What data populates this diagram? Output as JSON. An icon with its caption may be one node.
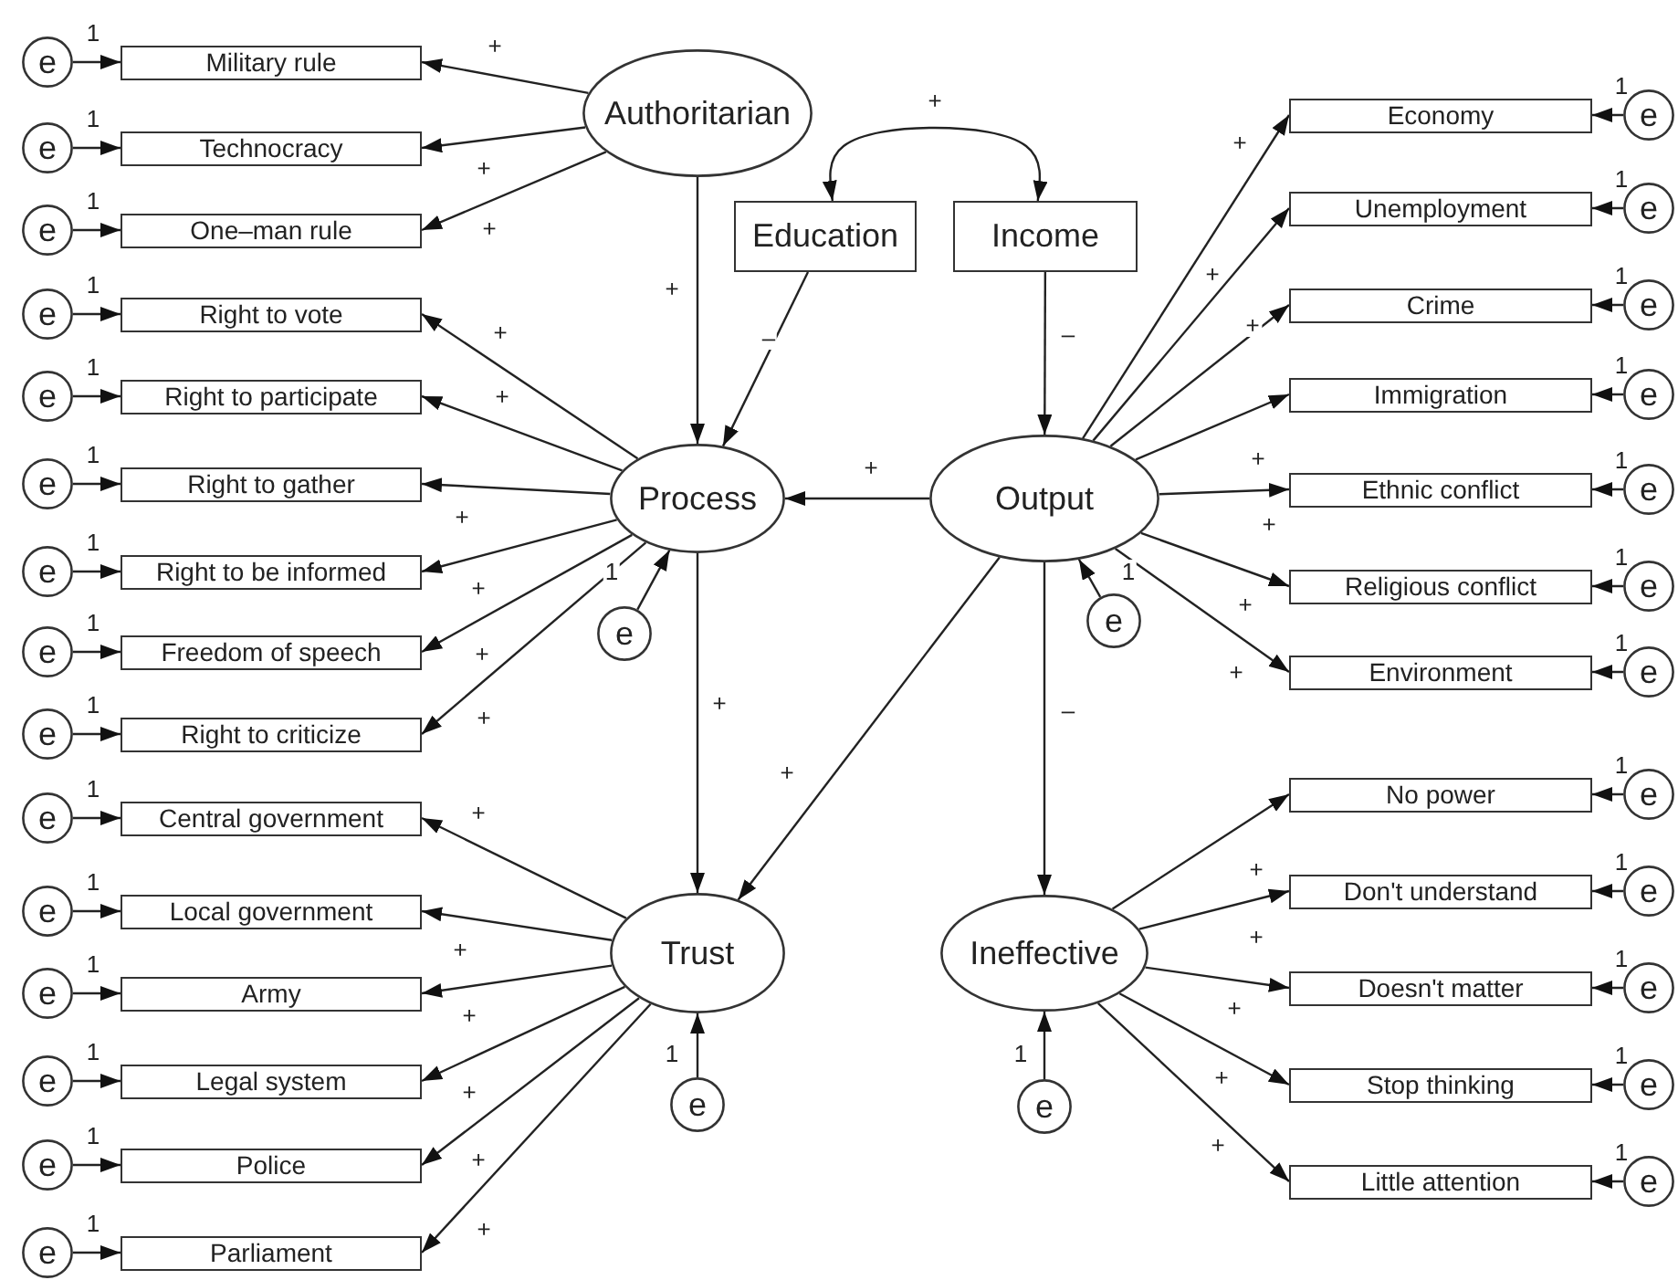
{
  "diagram": {
    "nodes": [
      {
        "text": [
          "Authoritarian"
        ]
      },
      {
        "text": [
          "Education"
        ]
      },
      {
        "text": [
          "Income"
        ]
      },
      {
        "text": [
          "Process"
        ]
      },
      {
        "text": [
          "Output"
        ]
      },
      {
        "text": [
          "Trust"
        ]
      },
      {
        "text": [
          "Ineffective"
        ]
      },
      {
        "text": [
          "Military rule"
        ]
      },
      {
        "text": [
          "Technocracy"
        ]
      },
      {
        "text": [
          "One–man rule"
        ]
      },
      {
        "text": [
          "Right to vote"
        ]
      },
      {
        "text": [
          "Right to participate"
        ]
      },
      {
        "text": [
          "Right to gather"
        ]
      },
      {
        "text": [
          "Right to be informed"
        ]
      },
      {
        "text": [
          "Freedom of speech"
        ]
      },
      {
        "text": [
          "Right to criticize"
        ]
      },
      {
        "text": [
          "Central government"
        ]
      },
      {
        "text": [
          "Local government"
        ]
      },
      {
        "text": [
          "Army"
        ]
      },
      {
        "text": [
          "Legal system"
        ]
      },
      {
        "text": [
          "Police"
        ]
      },
      {
        "text": [
          "Parliament"
        ]
      },
      {
        "text": [
          "Economy"
        ]
      },
      {
        "text": [
          "Unemployment"
        ]
      },
      {
        "text": [
          "Crime"
        ]
      },
      {
        "text": [
          "Immigration"
        ]
      },
      {
        "text": [
          "Ethnic conflict"
        ]
      },
      {
        "text": [
          "Religious conflict"
        ]
      },
      {
        "text": [
          "Environment"
        ]
      },
      {
        "text": [
          "No power"
        ]
      },
      {
        "text": [
          "Don't understand"
        ]
      },
      {
        "text": [
          "Doesn't matter"
        ]
      },
      {
        "text": [
          "Stop thinking"
        ]
      },
      {
        "text": [
          "Little attention"
        ]
      },
      {
        "text": [
          "e"
        ]
      },
      {
        "text": [
          "e"
        ]
      },
      {
        "text": [
          "e"
        ]
      },
      {
        "text": [
          "e"
        ]
      },
      {
        "text": [
          "e"
        ]
      },
      {
        "text": [
          "e"
        ]
      },
      {
        "text": [
          "e"
        ]
      },
      {
        "text": [
          "e"
        ]
      },
      {
        "text": [
          "e"
        ]
      },
      {
        "text": [
          "e"
        ]
      },
      {
        "text": [
          "e"
        ]
      },
      {
        "text": [
          "e"
        ]
      },
      {
        "text": [
          "e"
        ]
      },
      {
        "text": [
          "e"
        ]
      },
      {
        "text": [
          "e"
        ]
      },
      {
        "text": [
          "e"
        ]
      },
      {
        "text": [
          "e"
        ]
      },
      {
        "text": [
          "e"
        ]
      },
      {
        "text": [
          "e"
        ]
      },
      {
        "text": [
          "e"
        ]
      },
      {
        "text": [
          "e"
        ]
      },
      {
        "text": [
          "e"
        ]
      },
      {
        "text": [
          "e"
        ]
      },
      {
        "text": [
          "e"
        ]
      },
      {
        "text": [
          "e"
        ]
      },
      {
        "text": [
          "e"
        ]
      },
      {
        "text": [
          "e"
        ]
      },
      {
        "text": [
          "e"
        ]
      },
      {
        "text": [
          "e"
        ]
      },
      {
        "text": [
          "e"
        ]
      },
      {
        "text": [
          "e"
        ]
      }
    ],
    "edges": [
      {
        "from": 0,
        "to": 3,
        "arrow": "to",
        "label": "+"
      },
      {
        "from": 1,
        "to": 2,
        "arrow": "both",
        "label": "+"
      },
      {
        "from": 1,
        "to": 3,
        "arrow": "to",
        "label": "–"
      },
      {
        "from": 2,
        "to": 4,
        "arrow": "to",
        "label": "–"
      },
      {
        "from": 4,
        "to": 3,
        "arrow": "to",
        "label": "+"
      },
      {
        "from": 3,
        "to": 5,
        "arrow": "to",
        "label": "+"
      },
      {
        "from": 4,
        "to": 5,
        "arrow": "to",
        "label": "+"
      },
      {
        "from": 4,
        "to": 6,
        "arrow": "to",
        "label": "–"
      },
      {
        "from": 0,
        "to": 7,
        "arrow": "to",
        "label": "+"
      },
      {
        "from": 0,
        "to": 8,
        "arrow": "to",
        "label": "+"
      },
      {
        "from": 0,
        "to": 9,
        "arrow": "to",
        "label": "+"
      },
      {
        "from": 3,
        "to": 10,
        "arrow": "to",
        "label": "+"
      },
      {
        "from": 3,
        "to": 11,
        "arrow": "to",
        "label": "+"
      },
      {
        "from": 3,
        "to": 12,
        "arrow": "to",
        "label": "+"
      },
      {
        "from": 3,
        "to": 13,
        "arrow": "to",
        "label": "+"
      },
      {
        "from": 3,
        "to": 14,
        "arrow": "to",
        "label": "+"
      },
      {
        "from": 3,
        "to": 15,
        "arrow": "to",
        "label": "+"
      },
      {
        "from": 5,
        "to": 16,
        "arrow": "to",
        "label": "+"
      },
      {
        "from": 5,
        "to": 17,
        "arrow": "to",
        "label": "+"
      },
      {
        "from": 5,
        "to": 18,
        "arrow": "to",
        "label": "+"
      },
      {
        "from": 5,
        "to": 19,
        "arrow": "to",
        "label": "+"
      },
      {
        "from": 5,
        "to": 20,
        "arrow": "to",
        "label": "+"
      },
      {
        "from": 5,
        "to": 21,
        "arrow": "to",
        "label": "+"
      },
      {
        "from": 4,
        "to": 22,
        "arrow": "to",
        "label": "+"
      },
      {
        "from": 4,
        "to": 23,
        "arrow": "to",
        "label": "+"
      },
      {
        "from": 4,
        "to": 24,
        "arrow": "to",
        "label": "+"
      },
      {
        "from": 4,
        "to": 25,
        "arrow": "to",
        "label": "+"
      },
      {
        "from": 4,
        "to": 26,
        "arrow": "to",
        "label": "+"
      },
      {
        "from": 4,
        "to": 27,
        "arrow": "to",
        "label": "+"
      },
      {
        "from": 4,
        "to": 28,
        "arrow": "to",
        "label": "+"
      },
      {
        "from": 6,
        "to": 29,
        "arrow": "to",
        "label": "+"
      },
      {
        "from": 6,
        "to": 30,
        "arrow": "to",
        "label": "+"
      },
      {
        "from": 6,
        "to": 31,
        "arrow": "to",
        "label": "+"
      },
      {
        "from": 6,
        "to": 32,
        "arrow": "to",
        "label": "+"
      },
      {
        "from": 6,
        "to": 33,
        "arrow": "to",
        "label": "+"
      },
      {
        "from": 34,
        "to": 7,
        "arrow": "to",
        "label": "1"
      },
      {
        "from": 35,
        "to": 8,
        "arrow": "to",
        "label": "1"
      },
      {
        "from": 36,
        "to": 9,
        "arrow": "to",
        "label": "1"
      },
      {
        "from": 37,
        "to": 10,
        "arrow": "to",
        "label": "1"
      },
      {
        "from": 38,
        "to": 11,
        "arrow": "to",
        "label": "1"
      },
      {
        "from": 39,
        "to": 12,
        "arrow": "to",
        "label": "1"
      },
      {
        "from": 40,
        "to": 13,
        "arrow": "to",
        "label": "1"
      },
      {
        "from": 41,
        "to": 14,
        "arrow": "to",
        "label": "1"
      },
      {
        "from": 42,
        "to": 15,
        "arrow": "to",
        "label": "1"
      },
      {
        "from": 43,
        "to": 16,
        "arrow": "to",
        "label": "1"
      },
      {
        "from": 44,
        "to": 17,
        "arrow": "to",
        "label": "1"
      },
      {
        "from": 45,
        "to": 18,
        "arrow": "to",
        "label": "1"
      },
      {
        "from": 46,
        "to": 19,
        "arrow": "to",
        "label": "1"
      },
      {
        "from": 47,
        "to": 20,
        "arrow": "to",
        "label": "1"
      },
      {
        "from": 48,
        "to": 21,
        "arrow": "to",
        "label": "1"
      },
      {
        "from": 49,
        "to": 22,
        "arrow": "to",
        "label": "1"
      },
      {
        "from": 50,
        "to": 23,
        "arrow": "to",
        "label": "1"
      },
      {
        "from": 51,
        "to": 24,
        "arrow": "to",
        "label": "1"
      },
      {
        "from": 52,
        "to": 25,
        "arrow": "to",
        "label": "1"
      },
      {
        "from": 53,
        "to": 26,
        "arrow": "to",
        "label": "1"
      },
      {
        "from": 54,
        "to": 27,
        "arrow": "to",
        "label": "1"
      },
      {
        "from": 55,
        "to": 28,
        "arrow": "to",
        "label": "1"
      },
      {
        "from": 56,
        "to": 29,
        "arrow": "to",
        "label": "1"
      },
      {
        "from": 57,
        "to": 30,
        "arrow": "to",
        "label": "1"
      },
      {
        "from": 58,
        "to": 31,
        "arrow": "to",
        "label": "1"
      },
      {
        "from": 59,
        "to": 32,
        "arrow": "to",
        "label": "1"
      },
      {
        "from": 60,
        "to": 33,
        "arrow": "to",
        "label": "1"
      },
      {
        "from": 61,
        "to": 3,
        "arrow": "to",
        "label": "1"
      },
      {
        "from": 62,
        "to": 4,
        "arrow": "to",
        "label": "1"
      },
      {
        "from": 63,
        "to": 5,
        "arrow": "to",
        "label": "1"
      },
      {
        "from": 64,
        "to": 6,
        "arrow": "to",
        "label": "1"
      }
    ]
  }
}
